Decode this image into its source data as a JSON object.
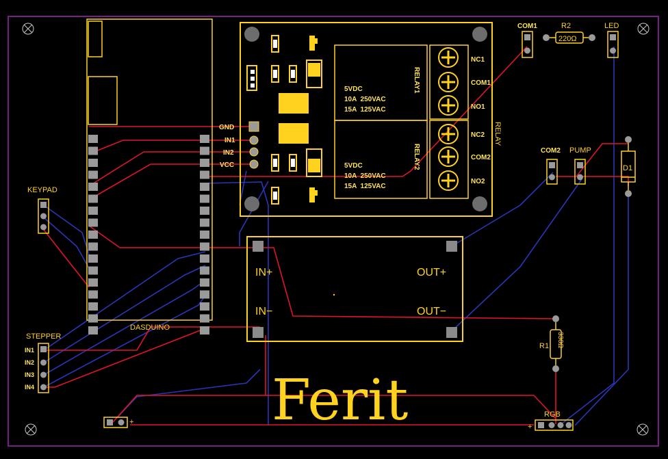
{
  "colors": {
    "board": "#000000",
    "outline": "#7a1d8a",
    "silkscreen": "#ffd21f",
    "top_trace": "#e0142a",
    "bottom_trace": "#2a36b8",
    "pad": "#9a9a9a"
  },
  "board": {
    "logo": "Ferit",
    "mounting_hole_icon": "cross-circle"
  },
  "mcu": {
    "label": "DASDUINO",
    "header_pins_per_side": 17
  },
  "relay_module": {
    "title": "RELAY",
    "relay1": {
      "label": "RELAY1",
      "rating_lines": [
        "5VDC",
        "10A  250VAC",
        "15A  125VAC"
      ]
    },
    "relay2": {
      "label": "RELAY2",
      "rating_lines": [
        "5VDC",
        "10A  250VAC",
        "15A  125VAC"
      ]
    },
    "terminals": [
      "NC1",
      "COM1",
      "NO1",
      "NC2",
      "COM2",
      "NO2"
    ],
    "input_pins": [
      "GND",
      "IN1",
      "IN2",
      "VCC"
    ]
  },
  "converter": {
    "in_plus": "IN+",
    "in_minus": "IN−",
    "out_plus": "OUT+",
    "out_minus": "OUT−"
  },
  "connectors": {
    "keypad": {
      "label": "KEYPAD"
    },
    "stepper": {
      "label": "STEPPER",
      "pins": [
        "IN1",
        "IN2",
        "IN3",
        "IN4"
      ]
    },
    "com1": {
      "label": "COM1"
    },
    "com2": {
      "label": "COM2"
    },
    "pump": {
      "label": "PUMP"
    },
    "led": {
      "label": "LED"
    },
    "rgb": {
      "label": "RGB",
      "plus": "+"
    },
    "power": {
      "plus": "+"
    }
  },
  "components": {
    "r2": {
      "designator": "R2",
      "value": "220Ω"
    },
    "r1": {
      "designator": "R1",
      "value": "330Ω"
    },
    "d1": {
      "designator": "D1"
    }
  }
}
